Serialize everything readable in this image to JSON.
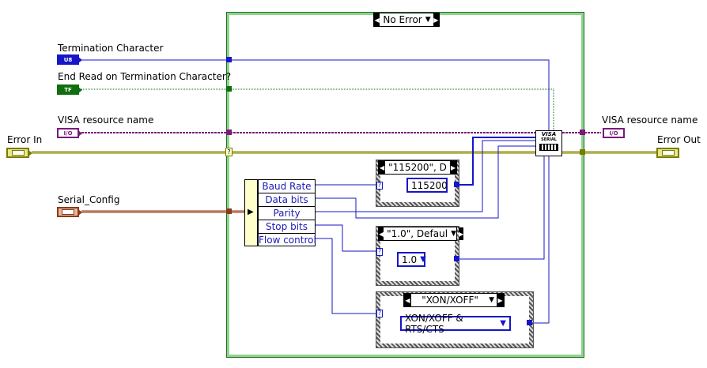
{
  "case_selector": {
    "label": "No Error"
  },
  "controls": {
    "termination_char": {
      "label": "Termination Character",
      "tag": "U8"
    },
    "end_read": {
      "label": "End Read on Termination Character?",
      "tag": "TF"
    },
    "visa_in": {
      "label": "VISA resource name",
      "tag": "I/O"
    },
    "error_in": {
      "label": "Error In"
    },
    "serial_config": {
      "label": "Serial_Config"
    }
  },
  "indicators": {
    "visa_out": {
      "label": "VISA resource name",
      "tag": "I/O"
    },
    "error_out": {
      "label": "Error Out"
    }
  },
  "unbundle": {
    "fields": [
      "Baud Rate",
      "Data bits",
      "Parity",
      "Stop bits",
      "Flow control"
    ]
  },
  "inner_cases": {
    "baud": {
      "selector": "\"115200\", D",
      "constant": "115200"
    },
    "stop": {
      "selector": "\"1.0\", Defaul",
      "constant": "1.0"
    },
    "flow": {
      "selector": "\"XON/XOFF\"",
      "constant": "XON/XOFF & RTS/CTS"
    }
  },
  "visa_node": {
    "line1": "VISA",
    "line2": "SERIAL"
  },
  "colors": {
    "case_frame": "#8fd38f",
    "u8_wire": "#1616c8",
    "bool_wire": "#0f6e0f",
    "visa_wire": "#7a1a7a",
    "error_wire": "#7a7a00",
    "cluster_wire": "#8b3a1a"
  }
}
